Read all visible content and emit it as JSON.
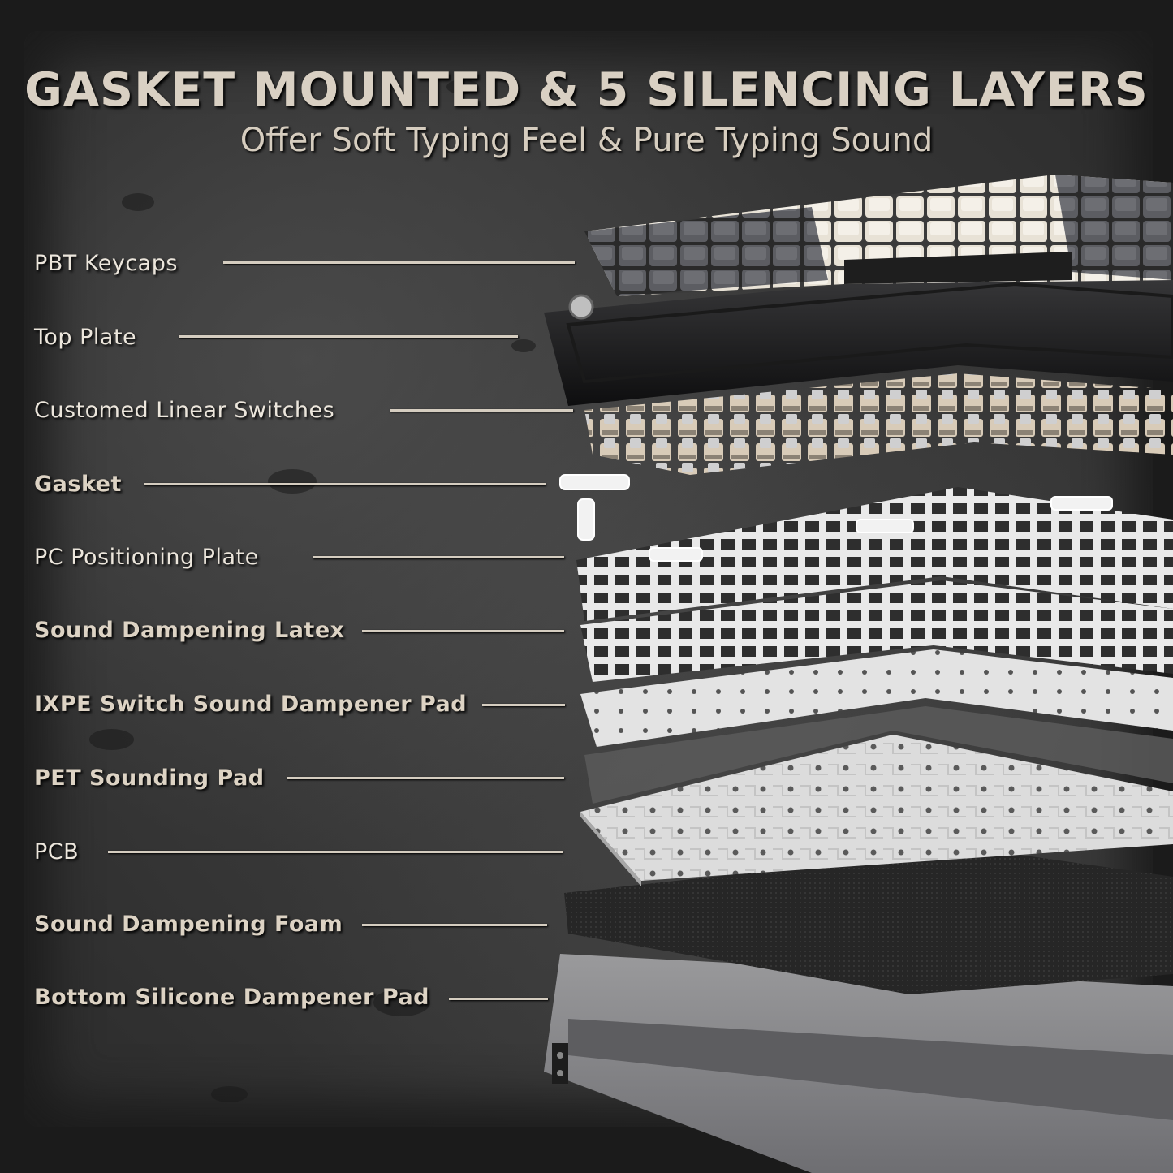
{
  "headline": {
    "title": "GASKET MOUNTED & 5 SILENCING LAYERS",
    "subtitle": "Offer Soft Typing Feel & Pure Typing Sound"
  },
  "layers": [
    {
      "name": "PBT Keycaps"
    },
    {
      "name": "Top Plate"
    },
    {
      "name": "Customed Linear Switches"
    },
    {
      "name": "Gasket"
    },
    {
      "name": "PC Positioning Plate"
    },
    {
      "name": "Sound Dampening Latex"
    },
    {
      "name": "IXPE Switch Sound Dampener Pad"
    },
    {
      "name": "PET Sounding Pad"
    },
    {
      "name": "PCB"
    },
    {
      "name": "Sound Dampening Foam"
    },
    {
      "name": "Bottom Silicone Dampener Pad"
    }
  ],
  "colors": {
    "background": "#353535",
    "text": "#ece6dc",
    "leader_line": "#d5cdc0",
    "keycap_light": "#e8e2d6",
    "keycap_dark": "#5c5d62"
  }
}
